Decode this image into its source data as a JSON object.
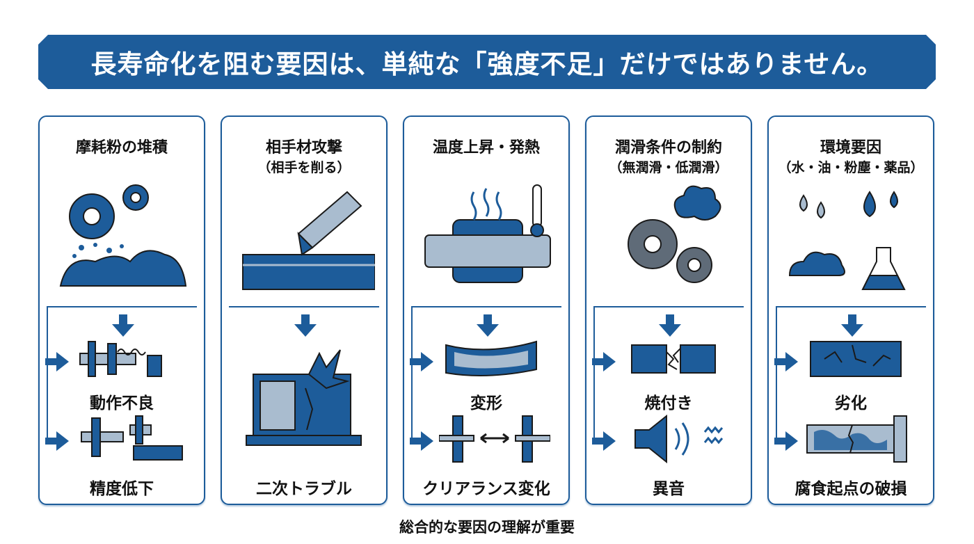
{
  "header": {
    "title": "長寿命化を阻む要因は、単純な「強度不足」だけではありません。"
  },
  "panels": [
    {
      "title": "摩耗粉の堆積",
      "subtitle": "",
      "effects": [
        "動作不良",
        "精度低下"
      ]
    },
    {
      "title": "相手材攻撃",
      "subtitle": "（相手を削る）",
      "effects": [
        "二次トラブル"
      ]
    },
    {
      "title": "温度上昇・発熱",
      "subtitle": "",
      "effects": [
        "変形",
        "クリアランス変化"
      ]
    },
    {
      "title": "潤滑条件の制約",
      "subtitle": "（無潤滑・低潤滑）",
      "effects": [
        "焼付き",
        "異音"
      ]
    },
    {
      "title": "環境要因",
      "subtitle": "（水・油・粉塵・薬品）",
      "effects": [
        "劣化",
        "腐食起点の破損"
      ]
    }
  ],
  "footer": {
    "text": "総合的な要因の理解が重要"
  },
  "colors": {
    "primary": "#1d5c9a",
    "light": "#a9bccf",
    "outline": "#1a1a1a"
  }
}
